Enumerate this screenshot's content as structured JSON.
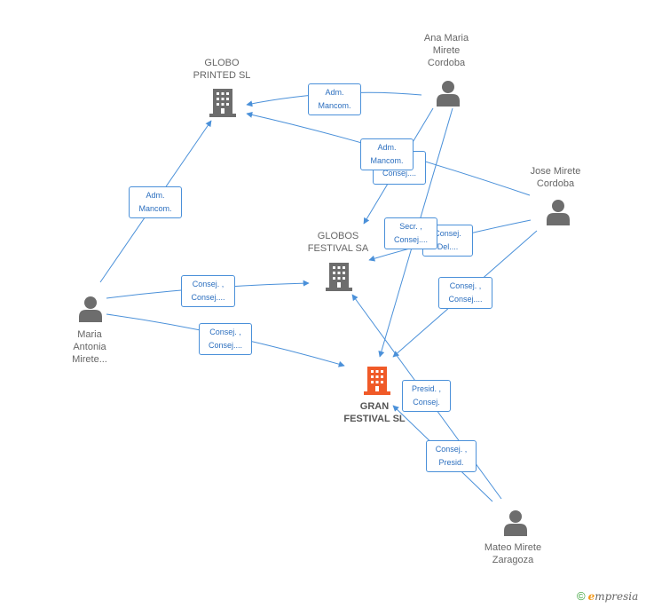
{
  "colors": {
    "edge": "#4a90d9",
    "company": "#6d6d6d",
    "company_main": "#f05a28",
    "person": "#6d6d6d"
  },
  "nodes": {
    "globo_printed": {
      "lines": [
        "GLOBO",
        "PRINTED SL"
      ],
      "icon": "building-icon"
    },
    "globos_festival": {
      "lines": [
        "GLOBOS",
        "FESTIVAL SA"
      ],
      "icon": "building-icon"
    },
    "gran_festival": {
      "lines": [
        "GRAN",
        "FESTIVAL SL"
      ],
      "icon": "building-icon"
    },
    "ana_maria": {
      "lines": [
        "Ana Maria",
        "Mirete",
        "Cordoba"
      ],
      "icon": "person-icon"
    },
    "jose_mirete": {
      "lines": [
        "Jose Mirete",
        "Cordoba"
      ],
      "icon": "person-icon"
    },
    "maria_antonia": {
      "lines": [
        "Maria",
        "Antonia",
        "Mirete..."
      ],
      "icon": "person-icon"
    },
    "mateo_mirete": {
      "lines": [
        "Mateo Mirete",
        "Zaragoza"
      ],
      "icon": "person-icon"
    }
  },
  "edge_labels": {
    "ana_globo": [
      "Adm.",
      "Mancom."
    ],
    "jose_globo": [
      "Adm.",
      "Mancom."
    ],
    "ana_globos": [
      "Consej...."
    ],
    "maria_globo": [
      "Adm.",
      "Mancom."
    ],
    "maria_globos": [
      "Consej. ,",
      "Consej...."
    ],
    "maria_gran": [
      "Consej. ,",
      "Consej...."
    ],
    "ana_gran": [
      "Secr. ,",
      "Consej...."
    ],
    "jose_globos": [
      "Consej.",
      "Del...."
    ],
    "jose_gran": [
      "Consej. ,",
      "Consej...."
    ],
    "mateo_globos": [
      "Presid. ,",
      "Consej."
    ],
    "mateo_gran": [
      "Consej. ,",
      "Presid."
    ]
  },
  "footer": {
    "copyright": "©",
    "brand_initial": "e",
    "brand_rest": "mpresia"
  }
}
